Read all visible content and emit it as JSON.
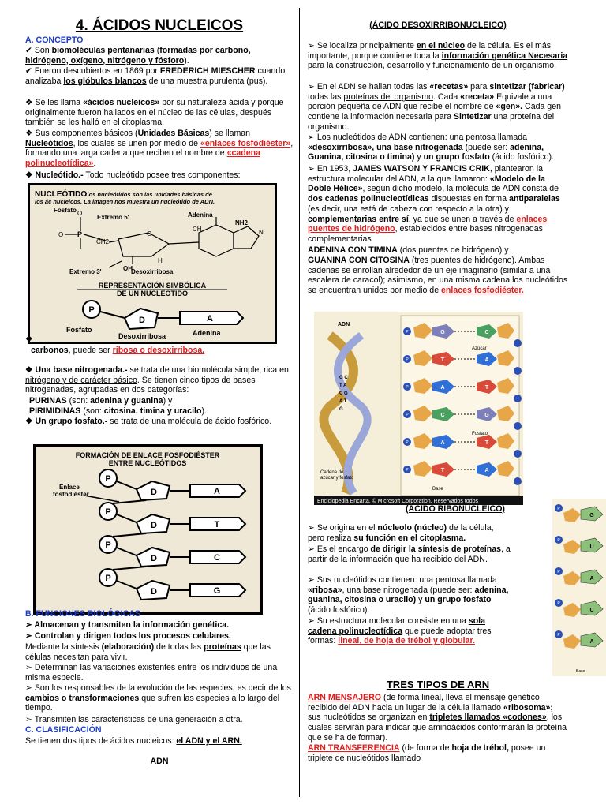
{
  "left": {
    "title": "4. ÁCIDOS NUCLEICOS",
    "sec_a": "A.   CONCEPTO",
    "c1_pre": "✔  Son ",
    "c1_b": "biomoléculas pentanarias",
    "c1_mid": " (",
    "c1_b2": "formadas por carbono, hidrógeno, oxígeno,  nitrógeno y fósforo",
    "c1_end": ").",
    "c2_pre": "✔  Fueron descubiertos en 1869 por ",
    "c2_b": "FREDERICH MIESCHER",
    "c2_mid": " cuando analizaba ",
    "c2_b2": "los glóbulos blancos",
    "c2_end": " de una muestra purulenta (pus).",
    "c3_pre": "❖  Se les llama ",
    "c3_b": "«ácidos nucleicos»",
    "c3_end": " por su naturaleza ácida  y porque originalmente fueron hallados en el núcleo de las células, después también se les halló en el citoplasma.",
    "c4_pre": "❖  Sus componentes básicos (",
    "c4_b": "Unidades Básicas",
    "c4_mid": ") se llaman ",
    "c4_b2": "Nucleótidos",
    "c4_mid2": ", los cuales se unen por medio de ",
    "c4_r": "«enlaces fosfodiéster»",
    "c4_mid3": ", formando una larga cadena que reciben el nombre de ",
    "c4_r2": "«cadena polinucleotídica»",
    "c4_end": ".",
    "c5_b": "❖  Nucleótido.-",
    "c5_end": " Todo nucleótido posee tres componentes:",
    "fig1": {
      "title": "NUCLEÓTIDO:",
      "desc": "Los nucleótidos son las unidades básicas de los ác nucleicos. La imagen nos muestra un nucleótido de ADN.",
      "fosfato": "Fosfato",
      "extremo5": "Extremo 5'",
      "adenina": "Adenina",
      "extremo3": "Extremo 3'",
      "desoxirribosa": "Desoxirribosa",
      "rep_title1": "REPRESENTACIÓN SIMBÓLICA",
      "rep_title2": "DE UN NUCLEÓTIDO",
      "p": "P",
      "d": "D",
      "a": "A",
      "fosfato2": "Fosfato",
      "desoxi2": "Desoxirribosa",
      "adenina2": "Adenina",
      "oh": "OH",
      "h": "H",
      "nh2": "NH2",
      "o": "O",
      "p_atom": "P",
      "ch2": "CH2",
      "n": "N",
      "ch": "CH"
    },
    "c6_b": "carbonos",
    "c6_mid": ", puede ser ",
    "c6_r": "ribosa o desoxirribosa.",
    "c7_b": "❖  Una base nitrogenada.-",
    "c7_mid": " se trata de una biomolécula simple, rica en ",
    "c7_u": "nitrógeno y de carácter básico",
    "c7_end": ". Se tienen cinco tipos de bases nitrogenadas, agrupadas en dos categorías:",
    "c8_b": "PURINAS",
    "c8_mid": " (son: ",
    "c8_b2": "adenina y guanina",
    "c8_end": ") y",
    "c9_b": "PIRIMIDINAS",
    "c9_mid": " (son: ",
    "c9_b2": "citosina, timina y uracilo",
    "c9_end": ").",
    "c10_b": "❖  Un grupo fosfato.-",
    "c10_mid": " se trata de una molécula de ",
    "c10_u": "ácido fosfórico",
    "c10_end": ".",
    "fig2": {
      "title1": "FORMACIÓN DE ENLACE FOSFODIÉSTER",
      "title2": "ENTRE NUCLEÓTIDOS",
      "enlace1": "Enlace",
      "enlace2": "fosfodiéster",
      "p": "P",
      "d": "D",
      "bases": [
        "A",
        "T",
        "C",
        "G"
      ]
    },
    "sec_b": "B.   FUNCIONES BIOLÓGICAS",
    "f1": "➢  Almacenan y transmiten la información genética.",
    "f2": "➢  Controlan y dirigen todos los procesos celulares,",
    "f2_sub_pre": "Mediante la síntesis ",
    "f2_sub_b": "(elaboración)",
    "f2_sub_mid": " de todas las  ",
    "f2_sub_u": "proteínas",
    "f2_sub_end": " que las células necesitan para vivir.",
    "f3": "➢  Determinan las variaciones existentes entre los individuos de una misma especie.",
    "f4_pre": "➢  Son los responsables de la evolución de las especies, es  decir de los ",
    "f4_b": "cambios o transformaciones",
    "f4_end": " que sufren las especies a lo largo del tiempo.",
    "f5": "➢  Transmiten las características de una generación a  otra.",
    "sec_c": "C.   CLASIFICACIÓN",
    "cl_pre": "Se tienen dos tipos de ácidos nucleicos: ",
    "cl_b": "el ADN y el ARN.",
    "adn": "ADN"
  },
  "right": {
    "adn_head": "(ÁCIDO DESOXIRRIBONUCLEICO)",
    "r1_pre": "➢  Se localiza principalmente ",
    "r1_b": "en el núcleo",
    "r1_mid": " de la célula. Es  el más importante, porque contiene toda la ",
    "r1_b2": "información genética Necesaria",
    "r1_end": " para la construcción, desarrollo y funcionamiento de un organismo.",
    "r2_pre": "➢  En el ADN se hallan todas las ",
    "r2_b": "«recetas»",
    "r2_mid": " para ",
    "r2_b2": "sintetizar (fabricar)",
    "r2_mid2": " todas las ",
    "r2_u": "proteínas del organismo",
    "r2_mid3": ". Cada ",
    "r2_b3": "«receta»",
    "r2_mid4": " Equivale a una porción pequeña de ADN que recibe el nombre de ",
    "r2_b4": "«gen».",
    "r2_mid5": " Cada gen contiene la información necesaria para ",
    "r2_b5": "Sintetizar",
    "r2_end": " una proteína del organismo.",
    "r3_pre": "➢  Los nucleótidos de ADN contienen: una pentosa llamada ",
    "r3_b": "«desoxirribosa», una base nitrogenada",
    "r3_mid": " (puede ser: ",
    "r3_b2": "adenina, Guanina, citosina o timina)",
    "r3_mid2": " y ",
    "r3_b3": "un grupo fosfato",
    "r3_end": " (ácido fosfórico).",
    "r4_pre": "➢  En 1953, ",
    "r4_b": "JAMES WATSON Y FRANCIS CRIK",
    "r4_mid": ", plantearon la  estructura molecular del ADN, a la que llamaron: ",
    "r4_b2": "«Modelo de la Doble Hélice»",
    "r4_mid2": ", según dicho modelo, la molécula de ADN consta de ",
    "r4_b3": "dos cadenas polinucleotídicas",
    "r4_mid3": " dispuestas en forma ",
    "r4_b4": "antiparalelas",
    "r4_mid4": " (es decir, una está de cabeza con respecto a la otra) y ",
    "r4_b5": "complementarias entre sí",
    "r4_mid5": ", ya que se unen a través de ",
    "r4_r": "enlaces puentes de hidrógeno",
    "r4_end": ", establecidos entre bases nitrogenadas complementarias",
    "r5_b": "ADENINA CON TIMINA",
    "r5_end": " (dos puentes de hidrógeno) y",
    "r6_b": "GUANINA CON CITOSINA",
    "r6_mid": " (tres puentes de hidrógeno). Ambas cadenas se enrollan alrededor de un eje imaginario (similar a una escalera de caracol); asimismo, en una misma cadena los nucleótidos se encuentran unidos por medio de ",
    "r6_r": "enlaces fosfodiéster.",
    "fig3": {
      "adn": "ADN",
      "azucar": "Azúcar",
      "fosfato": "Fosfato",
      "cadena1": "Cadena de",
      "cadena2": "azúcar y fosfato",
      "base": "Base",
      "credit": "Enciclopedia Encarta. © Microsoft Corporation. Reservados todos",
      "letters": [
        "G",
        "C",
        "T",
        "A",
        "A",
        "T",
        "C",
        "G",
        "A",
        "T",
        "T",
        "A"
      ],
      "p": "P",
      "helix_letters": [
        "G C",
        "T A",
        "C G",
        "A T",
        "G"
      ]
    },
    "arn_head": "(ÁCIDO RIBONUCLEICO)",
    "a1_pre": "➢  Se origina en el ",
    "a1_b": "núcleolo (núcleo)",
    "a1_mid": " de la célula,  pero realiza ",
    "a1_b2": "su función en el citoplasma.",
    "a2_pre": "➢  Es el encargo ",
    "a2_b": "de dirigir la síntesis de proteínas",
    "a2_end": ", a partir de la información que ha recibido del ADN.",
    "a3_pre": "➢  Sus nucleótidos contienen: una pentosa llamada  ",
    "a3_b": "«ribosa»",
    "a3_mid": ", una base nitrogenada (puede ser: ",
    "a3_b2": "adenina, guanina, citosina o uracilo)",
    "a3_mid2": " y ",
    "a3_b3": "un grupo fosfato",
    "a3_end": " (ácido fosfórico).",
    "a4_pre": "➢  Su estructura molecular consiste  en una ",
    "a4_bu": "sola cadena polinucleotídica",
    "a4_mid": " que puede adoptar tres formas: ",
    "a4_r": "lineal, de hoja de trébol y globular.",
    "tres_head": "TRES TIPOS DE ARN",
    "t1_r": "ARN MENSAJERO",
    "t1_mid": " (de forma lineal, lleva el mensaje genético recibido del ADN hacia un lugar de la célula llamado ",
    "t1_b": "«ribosoma»;",
    "t1_mid2": " sus nucleótidos se organizan en ",
    "t1_bu": "tripletes llamados «codones»",
    "t1_end": ", los cuales servirán para indicar que aminoácidos conformarán la proteína que se ha de formar).",
    "t2_r": "ARN TRANSFERENCIA",
    "t2_mid": " (de forma de ",
    "t2_b": "hoja de trébol,",
    "t2_end": " posee un triplete de nucleótidos llamado",
    "fig4": {
      "letters": [
        "G",
        "U",
        "A",
        "C",
        "A"
      ],
      "p": "P",
      "base": "Base"
    }
  },
  "colors": {
    "blue": "#1b3cc6",
    "red": "#e41b1b"
  }
}
